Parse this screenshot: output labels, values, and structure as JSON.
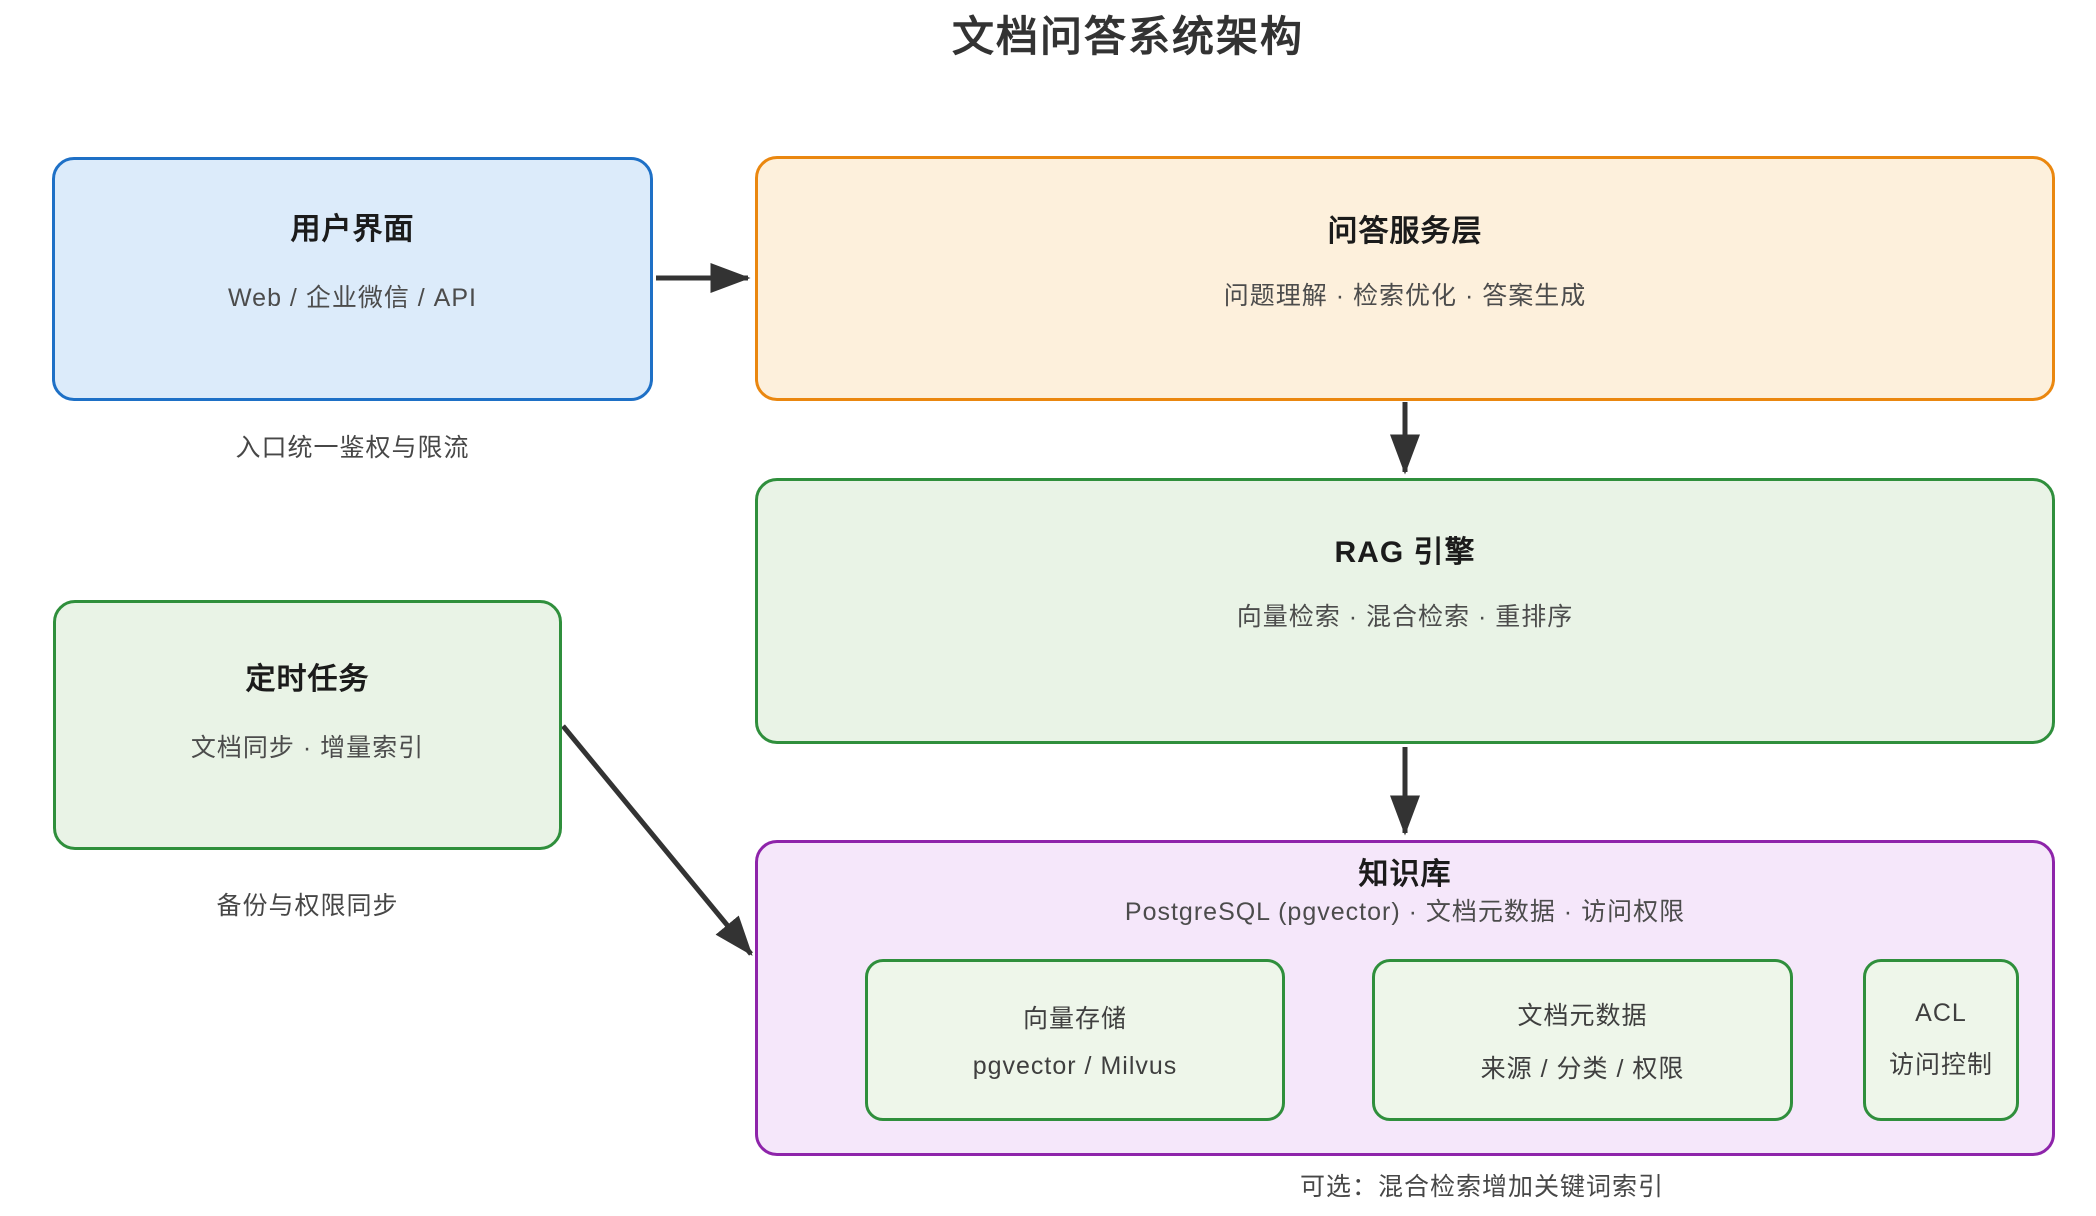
{
  "title": "文档问答系统架构",
  "nodes": {
    "ui": {
      "title": "用户界面",
      "subtitle": "Web / 企业微信 / API",
      "caption": "入口统一鉴权与限流"
    },
    "qa": {
      "title": "问答服务层",
      "subtitle": "问题理解 · 检索优化 · 答案生成"
    },
    "rag": {
      "title": "RAG 引擎",
      "subtitle": "向量检索 · 混合检索 · 重排序"
    },
    "cron": {
      "title": "定时任务",
      "subtitle": "文档同步 · 增量索引",
      "caption": "备份与权限同步"
    },
    "kb": {
      "title": "知识库",
      "subtitle": "PostgreSQL (pgvector) · 文档元数据 · 访问权限",
      "caption": "可选：混合检索增加关键词索引",
      "children": [
        {
          "title": "向量存储",
          "subtitle": "pgvector / Milvus"
        },
        {
          "title": "文档元数据",
          "subtitle": "来源 / 分类 / 权限"
        },
        {
          "title": "ACL",
          "subtitle": "访问控制"
        }
      ]
    }
  },
  "colors": {
    "ui_border": "#1e70c6",
    "ui_fill": "#dcebfa",
    "qa_border": "#ea870f",
    "qa_fill": "#fdf0dc",
    "green_border": "#2f8f3c",
    "green_fill": "#e9f3e6",
    "kb_border": "#8e24aa",
    "kb_fill": "#f5e7fa",
    "inner_fill": "#eef6ea",
    "arrow": "#333333",
    "title_text": "#333333",
    "node_title_text": "#1b1b1b",
    "subtitle_text": "#4c4c4c"
  }
}
